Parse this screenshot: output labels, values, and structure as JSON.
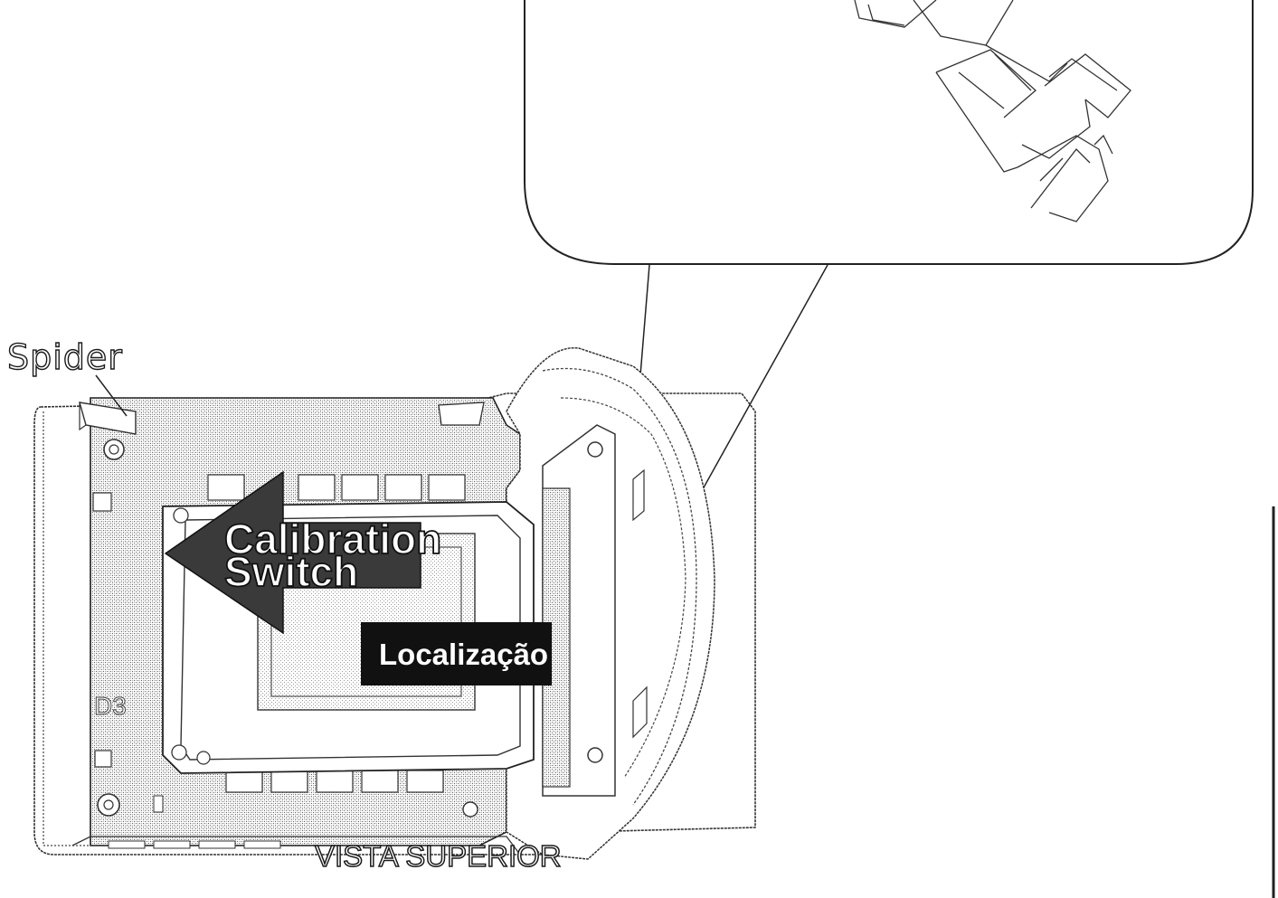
{
  "labels": {
    "spider": "Spider",
    "calibration_line1": "Calibration",
    "calibration_line2": "Switch",
    "location": "Localização",
    "view": "VISTA SUPERIOR"
  },
  "colors": {
    "line": "#222222",
    "pcb_dither": "#9a9a9a",
    "arrow": "#3a3a3a",
    "label_box": "#111111"
  }
}
